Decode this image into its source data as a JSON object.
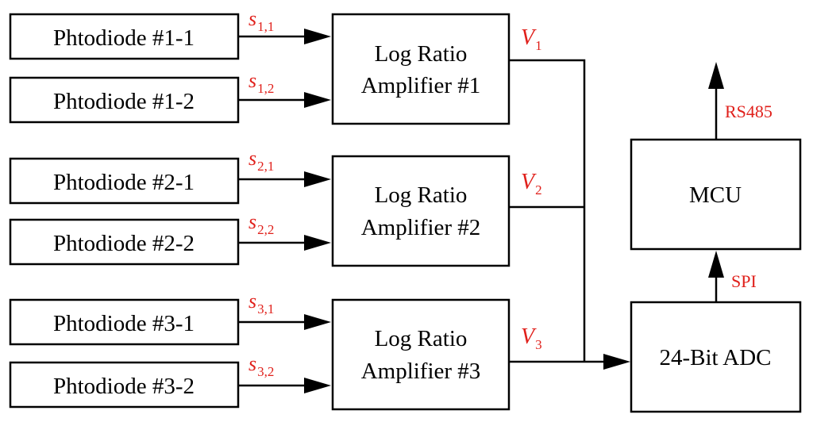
{
  "photodiodes": [
    {
      "label": "Phtodiode #1-1",
      "signal": "s",
      "signal_sub": "1,1"
    },
    {
      "label": "Phtodiode #1-2",
      "signal": "s",
      "signal_sub": "1,2"
    },
    {
      "label": "Phtodiode #2-1",
      "signal": "s",
      "signal_sub": "2,1"
    },
    {
      "label": "Phtodiode #2-2",
      "signal": "s",
      "signal_sub": "2,2"
    },
    {
      "label": "Phtodiode #3-1",
      "signal": "s",
      "signal_sub": "3,1"
    },
    {
      "label": "Phtodiode #3-2",
      "signal": "s",
      "signal_sub": "3,2"
    }
  ],
  "amplifiers": [
    {
      "line1": "Log Ratio",
      "line2": "Amplifier #1",
      "output": "V",
      "output_sub": "1"
    },
    {
      "line1": "Log Ratio",
      "line2": "Amplifier #2",
      "output": "V",
      "output_sub": "2"
    },
    {
      "line1": "Log Ratio",
      "line2": "Amplifier #3",
      "output": "V",
      "output_sub": "3"
    }
  ],
  "adc": {
    "label": "24-Bit ADC"
  },
  "mcu": {
    "label": "MCU"
  },
  "buses": {
    "spi": "SPI",
    "rs485": "RS485"
  },
  "colors": {
    "signal_text": "#e0201b",
    "line": "#000000"
  }
}
